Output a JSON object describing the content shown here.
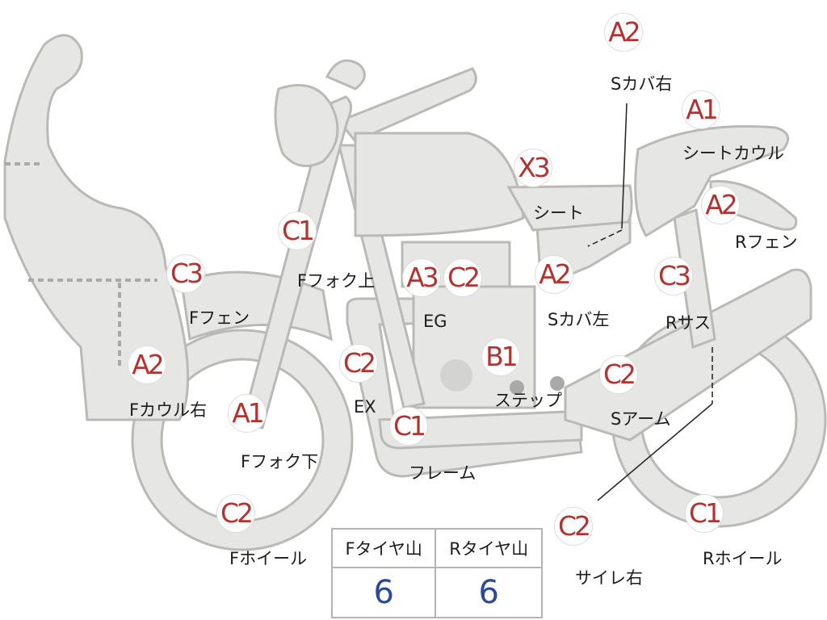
{
  "parts": {
    "s_cover_right": {
      "grade": "A2",
      "label": "Sカバ右"
    },
    "seat_cowl": {
      "grade": "A1",
      "label": "シートカウル"
    },
    "seat": {
      "grade": "X3",
      "label": "シート"
    },
    "r_fender": {
      "grade": "A2",
      "label": "Rフェン"
    },
    "f_fork_upper": {
      "grade": "C1",
      "label": "Fフォク上"
    },
    "f_fender": {
      "grade": "C3",
      "label": "Fフェン"
    },
    "engine": {
      "grade": "A3",
      "label": "EG"
    },
    "engine_c2": {
      "grade": "C2"
    },
    "s_cover_left": {
      "grade": "A2",
      "label": "Sカバ左"
    },
    "r_suspension": {
      "grade": "C3",
      "label": "Rサス"
    },
    "f_cowl_right": {
      "grade": "A2",
      "label": "Fカウル右"
    },
    "exhaust": {
      "grade": "C2",
      "label": "EX"
    },
    "step": {
      "grade": "B1",
      "label": "ステップ"
    },
    "swing_arm": {
      "grade": "C2",
      "label": "Sアーム"
    },
    "f_fork_lower": {
      "grade": "A1",
      "label": "Fフォク下"
    },
    "frame": {
      "grade": "C1",
      "label": "フレーム"
    },
    "f_wheel": {
      "grade": "C2",
      "label": "Fホイール"
    },
    "muffler_right": {
      "grade": "C2",
      "label": "サイレ右"
    },
    "r_wheel": {
      "grade": "C1",
      "label": "Rホイール"
    }
  },
  "tire_table": {
    "front_header": "Fタイヤ山",
    "rear_header": "Rタイヤ山",
    "front_value": "6",
    "rear_value": "6"
  },
  "colors": {
    "grade_text": "#b5322f",
    "tire_value_text": "#2a4a97",
    "part_fill": "#e6e6e4",
    "part_outline": "#b9b9b6"
  }
}
